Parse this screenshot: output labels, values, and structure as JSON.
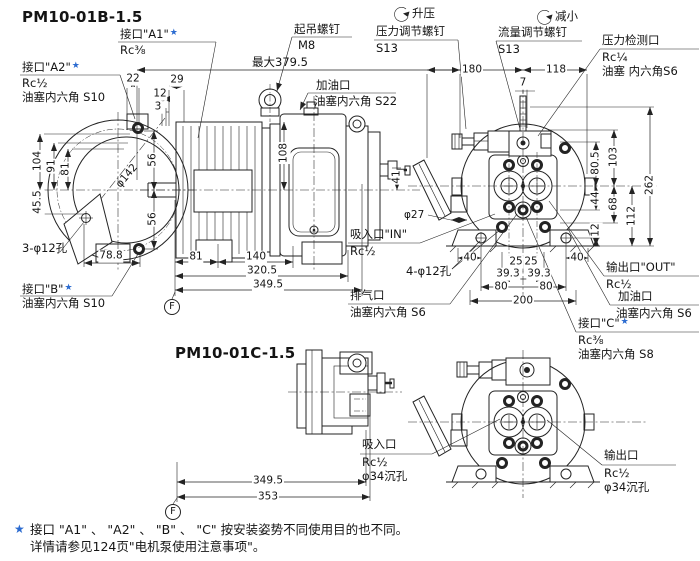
{
  "titles": {
    "b": "PM10-01B-1.5",
    "c": "PM10-01C-1.5"
  },
  "star": "★",
  "colors": {
    "ink": "#232323",
    "accent": "#2b6bd0"
  },
  "ports": {
    "a1": [
      "接口\"A1\"",
      "Rc⅜"
    ],
    "a2": [
      "接口\"A2\"",
      "Rc½",
      "油塞内六角 S10"
    ],
    "b": [
      "接口\"B\"",
      "油塞内六角 S10"
    ],
    "c": [
      "接口\"C\"",
      "Rc⅜",
      "油塞内六角 S8"
    ]
  },
  "callouts": {
    "lifting": [
      "起吊螺钉",
      "M8"
    ],
    "max_overall": "最大379.5",
    "oil_fill_top": [
      "加油口",
      "油塞内六角 S22"
    ],
    "pressure_up": "升压",
    "pressure_screw": [
      "压力调节螺钉",
      "S13"
    ],
    "decrease": "减小",
    "flow_screw": [
      "流量调节螺钉",
      "S13"
    ],
    "pressure_check": [
      "压力检测口",
      "Rc¼",
      "油塞 内六角S6"
    ],
    "inlet_in": [
      "吸入口\"IN\"",
      "Rc½"
    ],
    "outlet_out": [
      "输出口\"OUT\"",
      "Rc½"
    ],
    "exhaust": [
      "排气口",
      "油塞内六角 S6"
    ],
    "oil_fill_side": [
      "加油口",
      "油塞内六角 S6"
    ],
    "holes3": "3-φ12孔",
    "holes4": "4-φ12孔",
    "inlet_bottom": [
      "吸入口",
      "Rc½",
      "φ34沉孔"
    ],
    "outlet_bottom": [
      "输出口",
      "Rc½",
      "φ34沉孔"
    ]
  },
  "dims": {
    "d22": "22",
    "d29": "29",
    "d12": "12",
    "d3": "3",
    "d104": "104",
    "d91": "91",
    "d81_left": "81",
    "d45_5": "45.5",
    "d56_upper": "56",
    "d56_lower": "56",
    "d78_8": "78.8",
    "d142": "φ142",
    "d108": "108",
    "d41": "41",
    "d81": "81",
    "d140": "140",
    "d320_5": "320.5",
    "d349_5": "349.5",
    "d180": "180",
    "d118": "118",
    "d7": "7",
    "d80_5": "80.5",
    "d103": "103",
    "d262": "262",
    "d44": "44",
    "d68": "68",
    "d112": "112",
    "d12_right": "12",
    "d27": "φ27",
    "d40_left": "40",
    "d40_right": "40",
    "d25_left": "25",
    "d25_right": "25",
    "d39_3_left": "39.3",
    "d39_3_right": "39.3",
    "d80_left": "80",
    "d80_right": "80",
    "d200": "200",
    "d349_5_c": "349.5",
    "d353": "353"
  },
  "datum": {
    "f": "F"
  },
  "footnote": {
    "marker": "★",
    "line1": "接口 \"A1\" 、 \"A2\" 、 \"B\" 、 \"C\"  按安装姿势不同使用目的也不同。",
    "line2": "详情请参见124页\"电机泵使用注意事项\"。"
  }
}
